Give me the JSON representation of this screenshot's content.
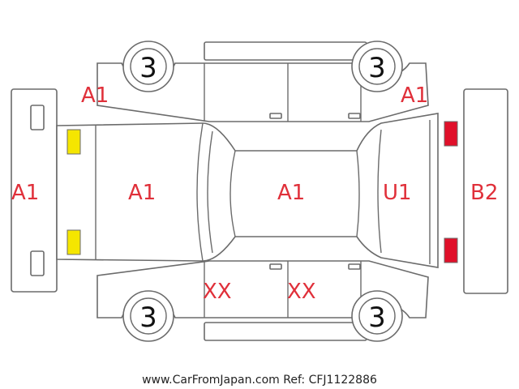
{
  "diagram": {
    "labels": {
      "front_bumper": "A1",
      "hood": "A1",
      "roof": "A1",
      "back_door": "U1",
      "rear_bumper": "B2",
      "front_left_fender": "A1",
      "rear_left_quarter": "A1",
      "front_right_door": "XX",
      "rear_right_door": "XX"
    },
    "wheels": {
      "front_left": "3",
      "rear_left": "3",
      "front_right": "3",
      "rear_right": "3"
    },
    "footer": "www.CarFromJapan.com Ref: CFJ1122886",
    "colors": {
      "label": "#e0303a",
      "outline": "#6b6b6b",
      "front_lamp": "#f5e600",
      "rear_lamp": "#e0102a"
    }
  }
}
